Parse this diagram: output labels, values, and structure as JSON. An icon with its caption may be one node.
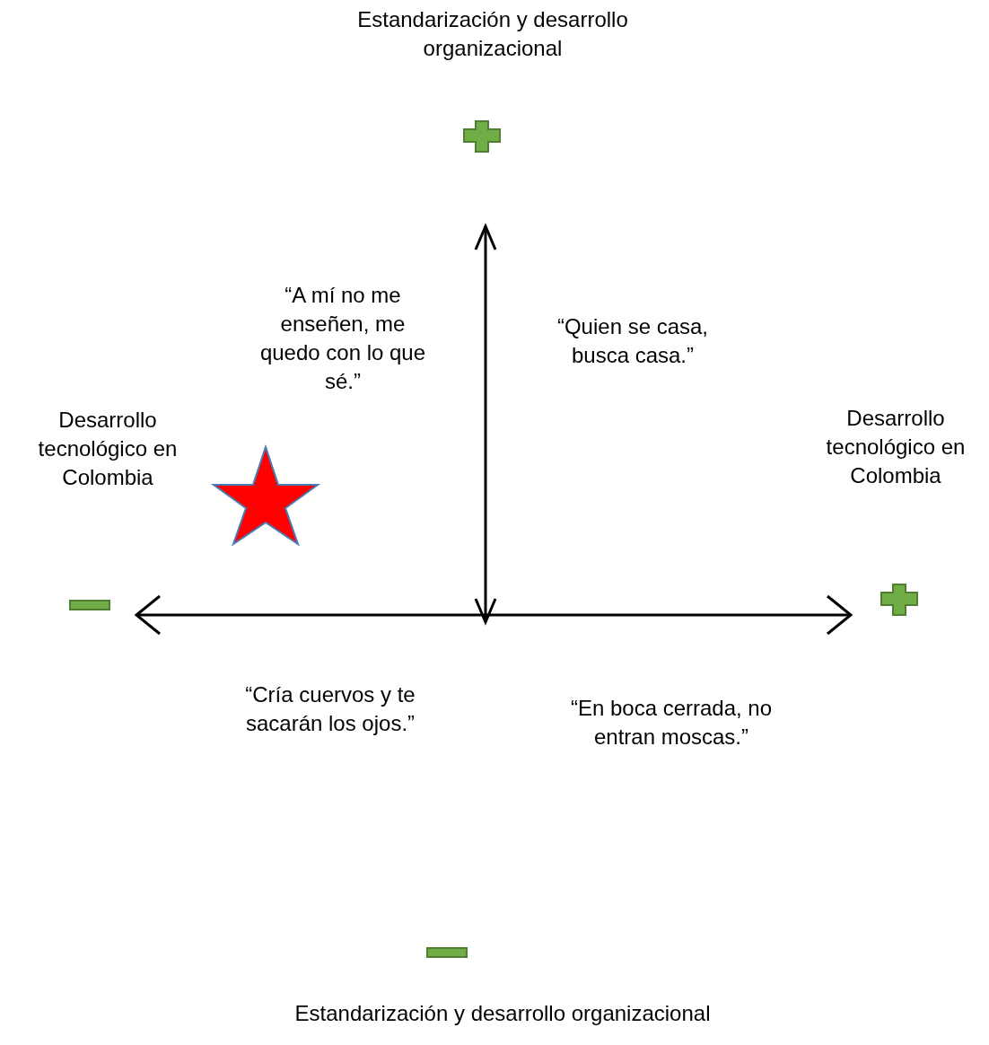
{
  "diagram": {
    "labels": [
      "Estandarización y desarrollo organizacional",
      "“A mí no me enseñen, me quedo con lo que sé.”",
      "“Quien se casa, busca casa.”",
      "Desarrollo tecnológico en Colombia",
      "Desarrollo tecnológico en Colombia",
      "“Cría cuervos y te sacarán los ojos.”",
      "“En boca cerrada, no entran moscas.”",
      "Estandarización y desarrollo organizacional"
    ]
  }
}
